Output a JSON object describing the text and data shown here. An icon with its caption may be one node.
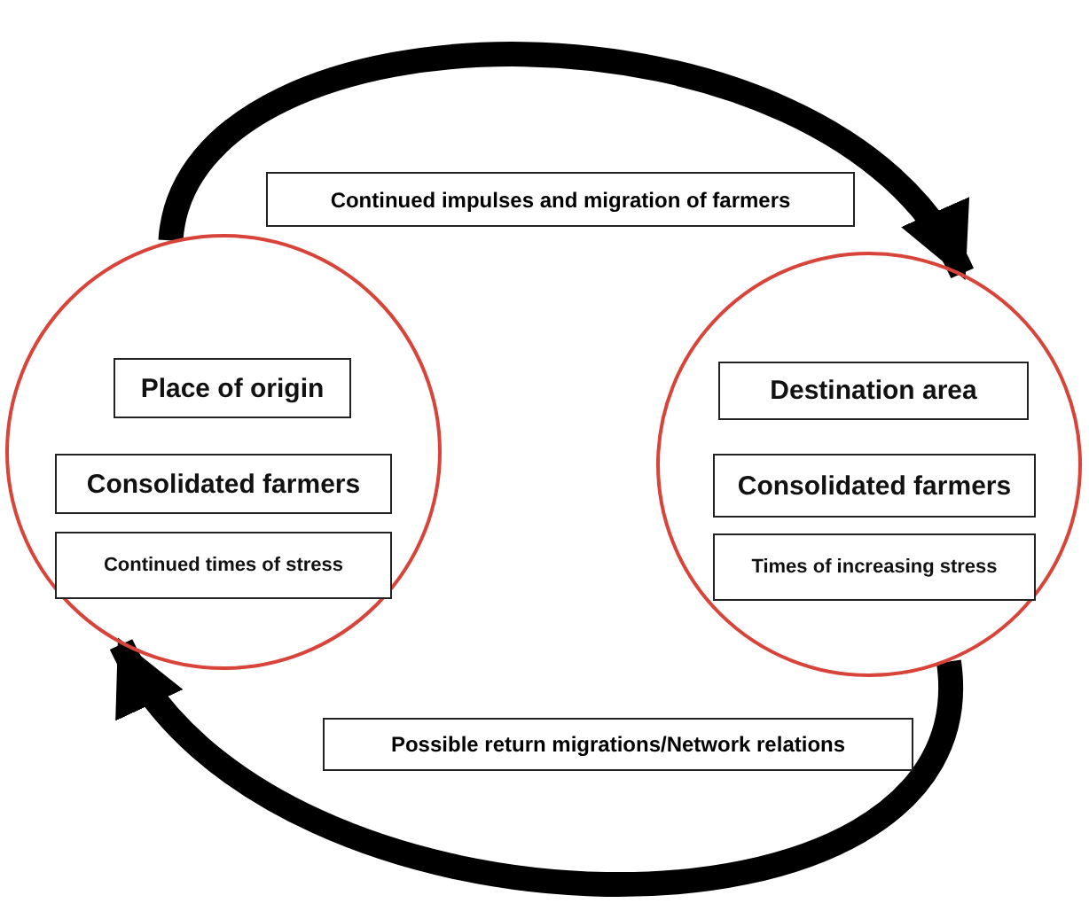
{
  "diagram": {
    "nodes": [
      {
        "text": [],
        "shape": "circle"
      },
      {
        "text": [
          "Place of origin"
        ],
        "in": 0
      },
      {
        "text": [
          "Consolidated farmers"
        ],
        "in": 0
      },
      {
        "text": [
          "Continued times of stress"
        ],
        "in": 0
      },
      {
        "text": [],
        "shape": "circle"
      },
      {
        "text": [
          "Destination area"
        ],
        "in": 4
      },
      {
        "text": [
          "Consolidated farmers"
        ],
        "in": 4
      },
      {
        "text": [
          "Times of increasing stress"
        ],
        "in": 4
      }
    ],
    "edges": [
      {
        "from": 0,
        "to": 4,
        "arrow": "to",
        "label": "Continued impulses and migration of farmers"
      },
      {
        "from": 4,
        "to": 0,
        "arrow": "to",
        "label": "Possible return migrations/Network relations"
      }
    ]
  }
}
